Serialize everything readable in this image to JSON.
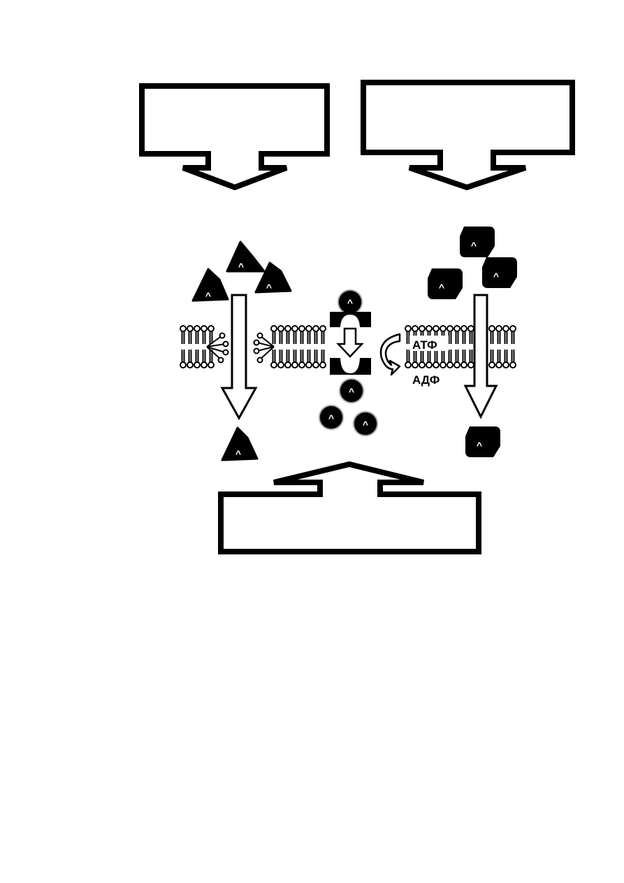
{
  "diagram": {
    "callouts": [
      {
        "id": "top-left",
        "text": ""
      },
      {
        "id": "top-right",
        "text": ""
      },
      {
        "id": "bottom",
        "text": ""
      }
    ],
    "molecule_symbol": "^",
    "labels": {
      "atp": "АТФ",
      "adp": "АДФ"
    }
  }
}
